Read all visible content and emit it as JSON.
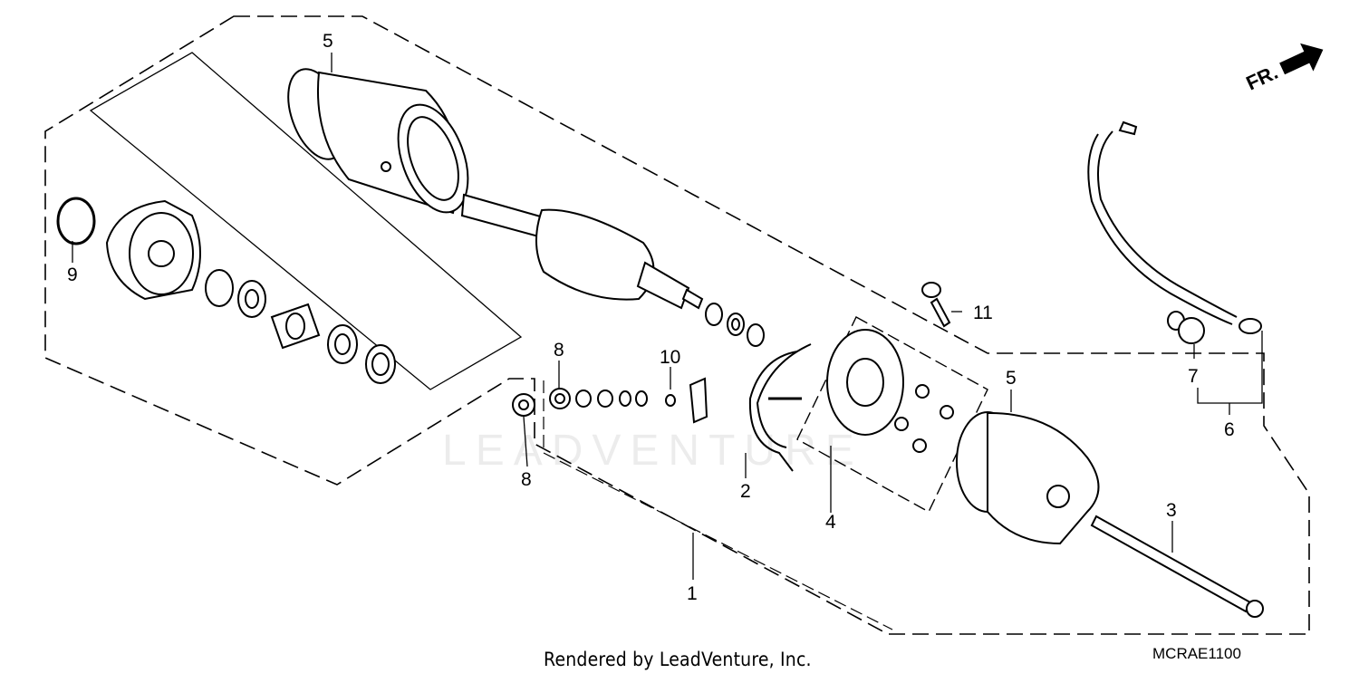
{
  "diagram": {
    "direction_label": "FR.",
    "callouts": {
      "c1": "1",
      "c2": "2",
      "c3": "3",
      "c4": "4",
      "c5a": "5",
      "c5b": "5",
      "c6": "6",
      "c7": "7",
      "c8a": "8",
      "c8b": "8",
      "c9": "9",
      "c10": "10",
      "c11": "11"
    },
    "watermark": "LEADVENTURE",
    "credit": "Rendered by LeadVenture, Inc.",
    "diagram_code": "MCRAE1100"
  }
}
